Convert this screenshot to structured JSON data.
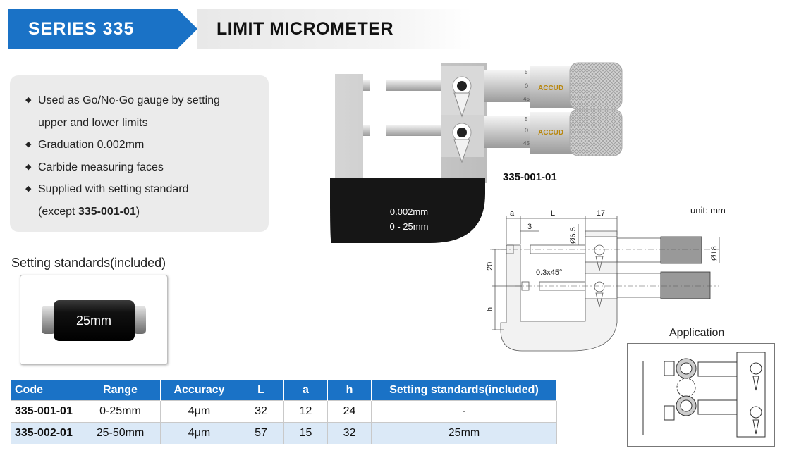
{
  "header": {
    "series": "SERIES 335",
    "title": "LIMIT MICROMETER",
    "accent_color": "#1a72c6"
  },
  "features": [
    {
      "text": "Used as Go/No-Go gauge by setting",
      "bullet": true
    },
    {
      "text": "upper and lower limits",
      "bullet": false
    },
    {
      "text": "Graduation 0.002mm",
      "bullet": true
    },
    {
      "text": "Carbide measuring faces",
      "bullet": true
    },
    {
      "text": "Supplied with setting standard",
      "bullet": true
    },
    {
      "text_prefix": "(except ",
      "text_bold": "335-001-01",
      "text_suffix": ")",
      "bullet": false
    }
  ],
  "photo": {
    "frame_text_1": "0.002mm",
    "frame_text_2": "0 - 25mm",
    "brand": "ACCUD",
    "scale_5": "5",
    "scale_0": "0",
    "scale_45": "45",
    "model_label": "335-001-01"
  },
  "setting_standard": {
    "caption": "Setting standards(included)",
    "size_label": "25mm"
  },
  "drawing": {
    "unit": "unit: mm",
    "dim_a": "a",
    "dim_L": "L",
    "dim_17": "17",
    "dim_3": "3",
    "dim_65": "Ø6.5",
    "dim_18": "Ø18",
    "dim_20": "20",
    "dim_h": "h",
    "chamfer": "0.3x45°"
  },
  "application": {
    "caption": "Application"
  },
  "table": {
    "headers": [
      "Code",
      "Range",
      "Accuracy",
      "L",
      "a",
      "h",
      "Setting standards(included)"
    ],
    "rows": [
      [
        "335-001-01",
        "0-25mm",
        "4μm",
        "32",
        "12",
        "24",
        "-"
      ],
      [
        "335-002-01",
        "25-50mm",
        "4μm",
        "57",
        "15",
        "32",
        "25mm"
      ]
    ]
  }
}
